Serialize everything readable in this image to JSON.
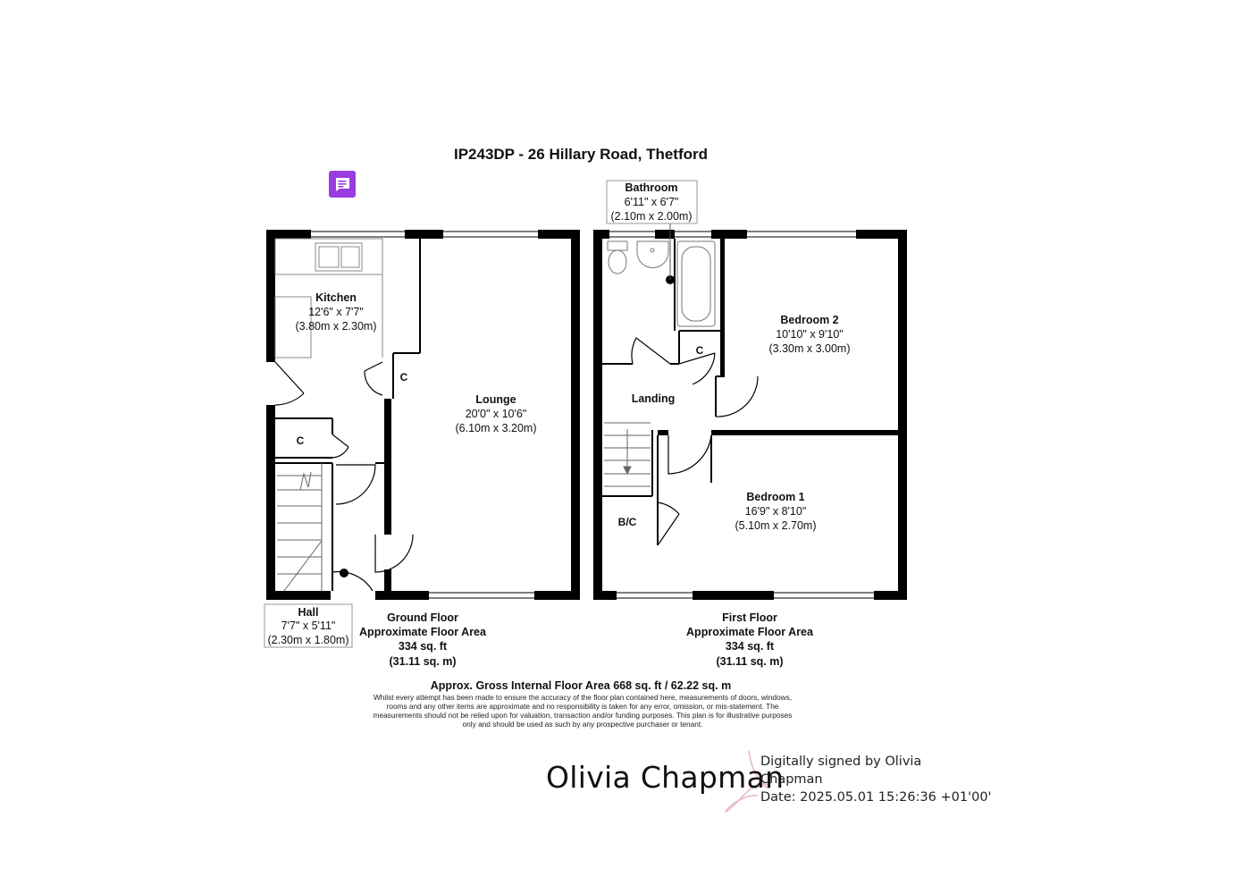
{
  "header": {
    "title": "IP243DP - 26 Hillary Road, Thetford"
  },
  "rooms": {
    "kitchen": {
      "name": "Kitchen",
      "imperial": "12'6\" x 7'7\"",
      "metric": "(3.80m x 2.30m)"
    },
    "lounge": {
      "name": "Lounge",
      "imperial": "20'0\" x 10'6\"",
      "metric": "(6.10m x 3.20m)"
    },
    "hall": {
      "name": "Hall",
      "imperial": "7'7\" x 5'11\"",
      "metric": "(2.30m x 1.80m)"
    },
    "bathroom": {
      "name": "Bathroom",
      "imperial": "6'11\" x 6'7\"",
      "metric": "(2.10m x 2.00m)"
    },
    "bedroom2": {
      "name": "Bedroom 2",
      "imperial": "10'10\" x 9'10\"",
      "metric": "(3.30m x 3.00m)"
    },
    "bedroom1": {
      "name": "Bedroom 1",
      "imperial": "16'9\" x 8'10\"",
      "metric": "(5.10m x 2.70m)"
    },
    "landing": {
      "name": "Landing"
    },
    "cupboard_kitchen": "C",
    "cupboard_hall": "C",
    "cupboard_landing": "C",
    "boiler_cupboard": "B/C"
  },
  "floors": {
    "ground": {
      "name": "Ground Floor",
      "area_label": "Approximate Floor Area",
      "sqft": "334 sq. ft",
      "sqm": "(31.11 sq. m)"
    },
    "first": {
      "name": "First Floor",
      "area_label": "Approximate Floor Area",
      "sqft": "334 sq. ft",
      "sqm": "(31.11 sq. m)"
    }
  },
  "gross_area": "Approx. Gross Internal Floor Area 668 sq. ft / 62.22 sq. m",
  "disclaimer": [
    "Whilst every attempt has been made to ensure the accuracy of the floor plan contained here, measurements of doors, windows,",
    "rooms and any other items are approximate and no responsibility is taken for any error, omission, or mis-statement. The",
    "measurements should not be relied upon for valuation, transaction and/or funding purposes. This plan is for illustrative purposes",
    "only and should be used as such by any prospective purchaser or tenant."
  ],
  "signature": {
    "name": "Olivia Chapman",
    "line1": "Digitally signed by Olivia",
    "line2": "Chapman",
    "line3": "Date: 2025.05.01 15:26:36 +01'00'"
  },
  "icons": {
    "annotation": "comment-icon",
    "signature_mark": "signature-squiggle-icon"
  },
  "colors": {
    "wall": "#000000",
    "annotation_icon": "#9a3ce0",
    "signature_mark": "#e7b8bd"
  }
}
